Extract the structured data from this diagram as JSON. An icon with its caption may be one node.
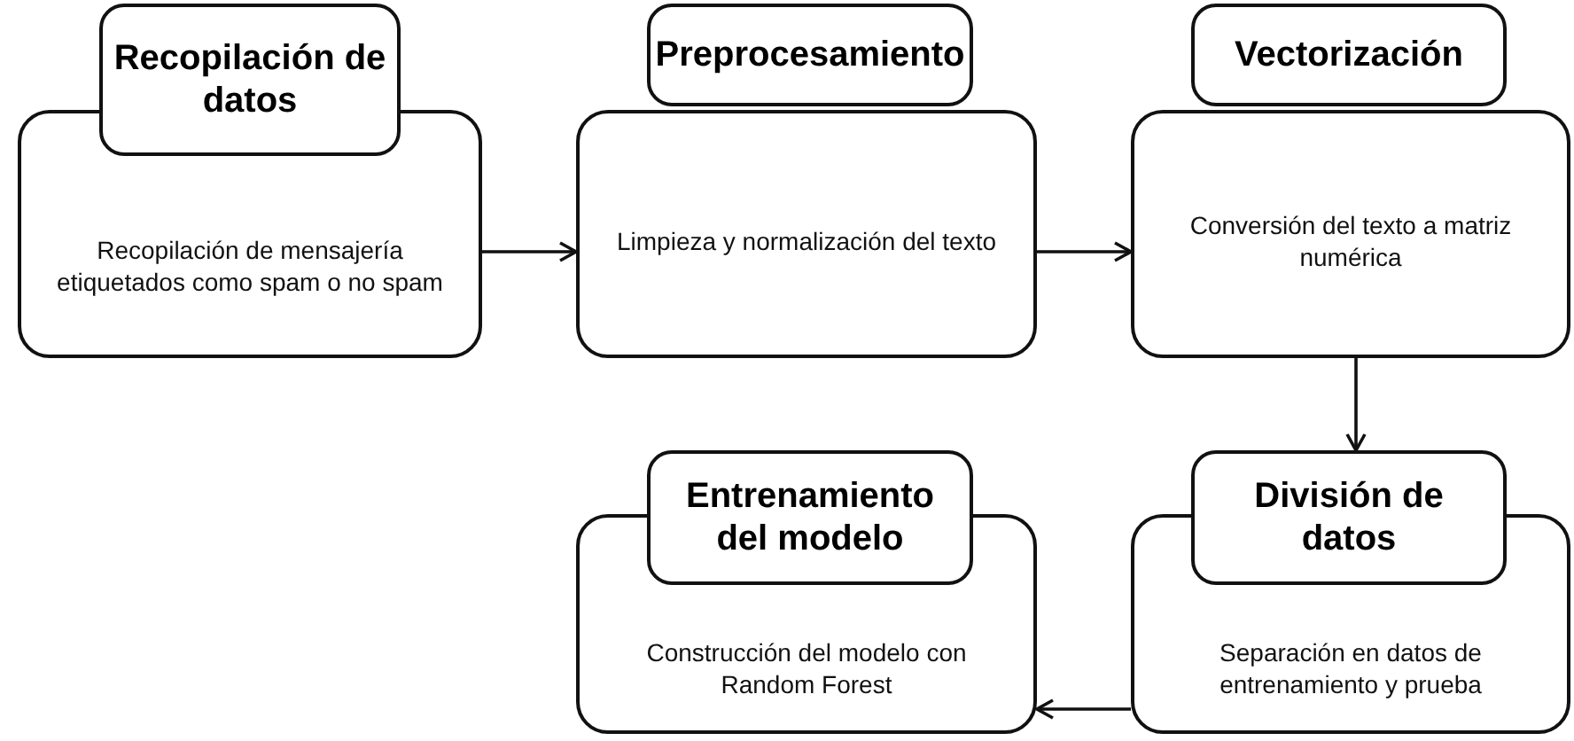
{
  "diagram": {
    "nodes": [
      {
        "text": [
          "Recopilación de datos",
          "Recopilación de mensajería etiquetados como spam o no spam"
        ]
      },
      {
        "text": [
          "Preprocesamiento",
          "Limpieza y normalización del texto"
        ]
      },
      {
        "text": [
          "Vectorización",
          "Conversión del texto a matriz numérica"
        ]
      },
      {
        "text": [
          "División de datos",
          "Separación en datos de entrenamiento y prueba"
        ]
      },
      {
        "text": [
          "Entrenamiento del modelo",
          "Construcción del modelo con Random Forest"
        ]
      }
    ],
    "edges": [
      {
        "from": 0,
        "to": 1,
        "arrow": "to"
      },
      {
        "from": 1,
        "to": 2,
        "arrow": "to"
      },
      {
        "from": 2,
        "to": 3,
        "arrow": "to"
      },
      {
        "from": 3,
        "to": 4,
        "arrow": "to"
      }
    ]
  }
}
